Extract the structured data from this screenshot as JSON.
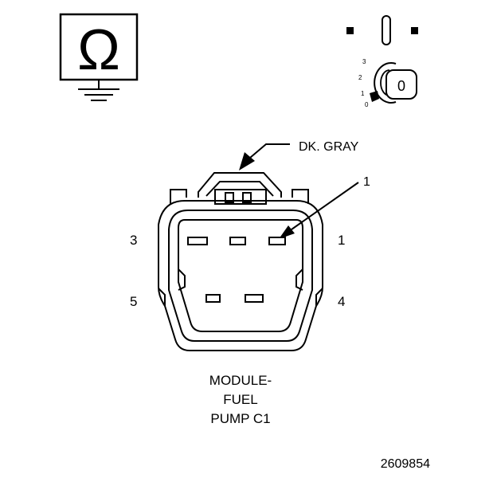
{
  "meter_symbol": {
    "glyph": "Ω",
    "icon": "ohmmeter-icon"
  },
  "ignition_switch": {
    "icon": "ignition-key-icon",
    "positions": [
      "3",
      "2",
      "1",
      "0"
    ],
    "selected": "0",
    "key_label": "0"
  },
  "connector": {
    "color_label": "DK. GRAY",
    "callout_pin": "1",
    "cavity_labels": {
      "top_left": "3",
      "top_right": "1",
      "bottom_left": "5",
      "bottom_right": "4"
    },
    "title_lines": [
      "MODULE-",
      "FUEL",
      "PUMP C1"
    ]
  },
  "figure_number": "2609854",
  "colors": {
    "ink": "#000000",
    "background": "#ffffff"
  }
}
